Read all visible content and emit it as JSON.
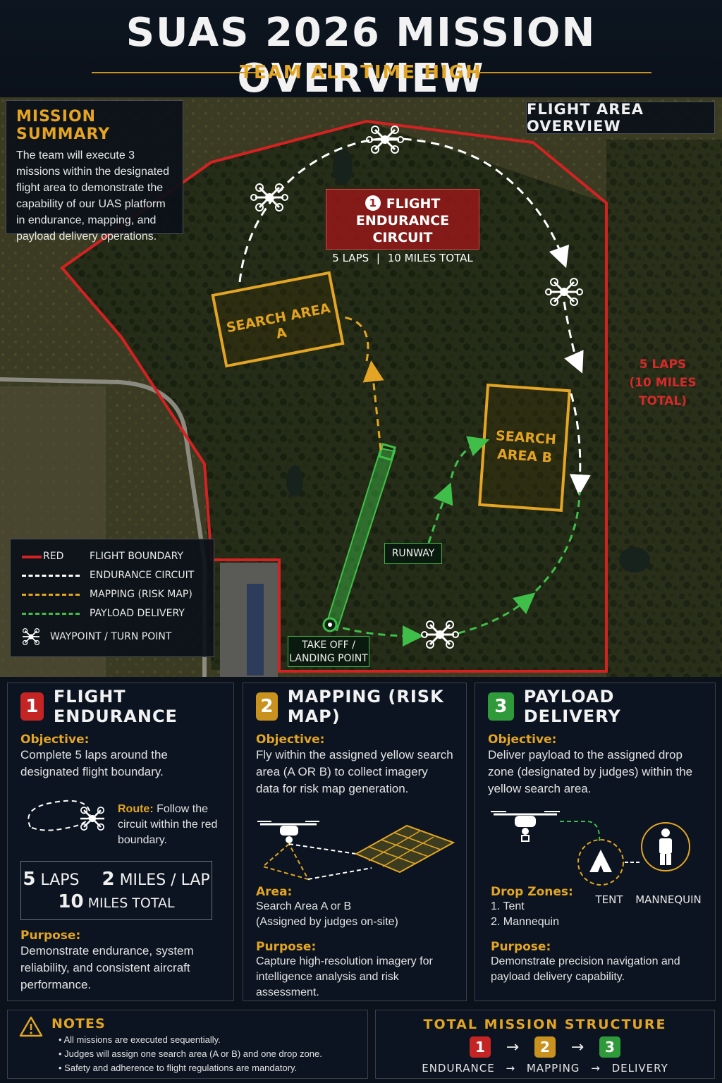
{
  "header": {
    "title": "SUAS 2026 MISSION OVERVIEW",
    "subtitle": "TEAM ALL TIME HIGH"
  },
  "map": {
    "summary_title": "MISSION SUMMARY",
    "summary_text": "The team will execute 3 missions within the designated flight area to demonstrate the capability of our UAS platform in endurance, mapping, and payload delivery operations.",
    "overview_label": "FLIGHT AREA OVERVIEW",
    "endurance_badge": {
      "num": "1",
      "title_line1": "FLIGHT ENDURANCE",
      "title_line2": "CIRCUIT",
      "laps": "5 LAPS",
      "sep": "|",
      "miles": "10 MILES TOTAL"
    },
    "side_label_line1": "5 LAPS",
    "side_label_line2": "(10 MILES TOTAL)",
    "search_area_a": "SEARCH AREA A",
    "search_area_b_line1": "SEARCH",
    "search_area_b_line2": "AREA B",
    "runway": "RUNWAY",
    "takeoff_line1": "TAKE OFF /",
    "takeoff_line2": "LANDING POINT",
    "legend": [
      {
        "key": "RED",
        "label": "FLIGHT BOUNDARY",
        "color": "#d42222"
      },
      {
        "key": "",
        "label": "ENDURANCE CIRCUIT",
        "color": "#ffffff"
      },
      {
        "key": "",
        "label": "MAPPING (RISK MAP)",
        "color": "#e3a523"
      },
      {
        "key": "",
        "label": "PAYLOAD DELIVERY",
        "color": "#3fbf4a"
      },
      {
        "key": "WAYPOINT / TURN POINT",
        "label": "",
        "color": "#ffffff"
      }
    ]
  },
  "missions": [
    {
      "num": "1",
      "color": "#c42424",
      "title": "FLIGHT ENDURANCE",
      "objective_label": "Objective:",
      "objective": "Complete 5 laps around the designated flight boundary.",
      "route_label": "Route:",
      "route_text": "Follow the circuit within the red boundary.",
      "stat_laps_num": "5",
      "stat_laps_unit": "LAPS",
      "stat_mpl_num": "2",
      "stat_mpl_unit": "MILES / LAP",
      "stat_total_num": "10",
      "stat_total_unit": "MILES TOTAL",
      "purpose_label": "Purpose:",
      "purpose": "Demonstrate endurance, system reliability, and consistent aircraft performance."
    },
    {
      "num": "2",
      "color": "#c9921e",
      "title": "MAPPING (RISK MAP)",
      "objective_label": "Objective:",
      "objective": "Fly within the assigned yellow search area (A OR B) to collect imagery data for risk map generation.",
      "area_label": "Area:",
      "area_line1": "Search Area A or B",
      "area_line2": "(Assigned by judges on-site)",
      "purpose_label": "Purpose:",
      "purpose": "Capture high-resolution imagery for intelligence analysis and risk assessment."
    },
    {
      "num": "3",
      "color": "#2f9a3a",
      "title": "PAYLOAD DELIVERY",
      "objective_label": "Objective:",
      "objective": "Deliver payload to the assigned drop zone (designated by judges) within the yellow search area.",
      "drop_label": "Drop Zones:",
      "drop_1": "1. Tent",
      "drop_2": "2. Mannequin",
      "tent_label": "TENT",
      "mannequin_label": "MANNEQUIN",
      "purpose_label": "Purpose:",
      "purpose": "Demonstrate precision navigation and payload delivery capability."
    }
  ],
  "notes": {
    "title": "NOTES",
    "items": [
      "All missions are executed sequentially.",
      "Judges will assign one search area (A or B) and one drop zone.",
      "Safety and adherence to flight regulations are mandatory."
    ]
  },
  "total": {
    "title": "TOTAL MISSION STRUCTURE",
    "steps": [
      "1",
      "2",
      "3"
    ],
    "arrow": "→",
    "names": [
      "ENDURANCE",
      "MAPPING",
      "DELIVERY"
    ]
  },
  "colors": {
    "red": "#d42222",
    "amber": "#e3a523",
    "green": "#3fbf4a",
    "white": "#ffffff"
  }
}
